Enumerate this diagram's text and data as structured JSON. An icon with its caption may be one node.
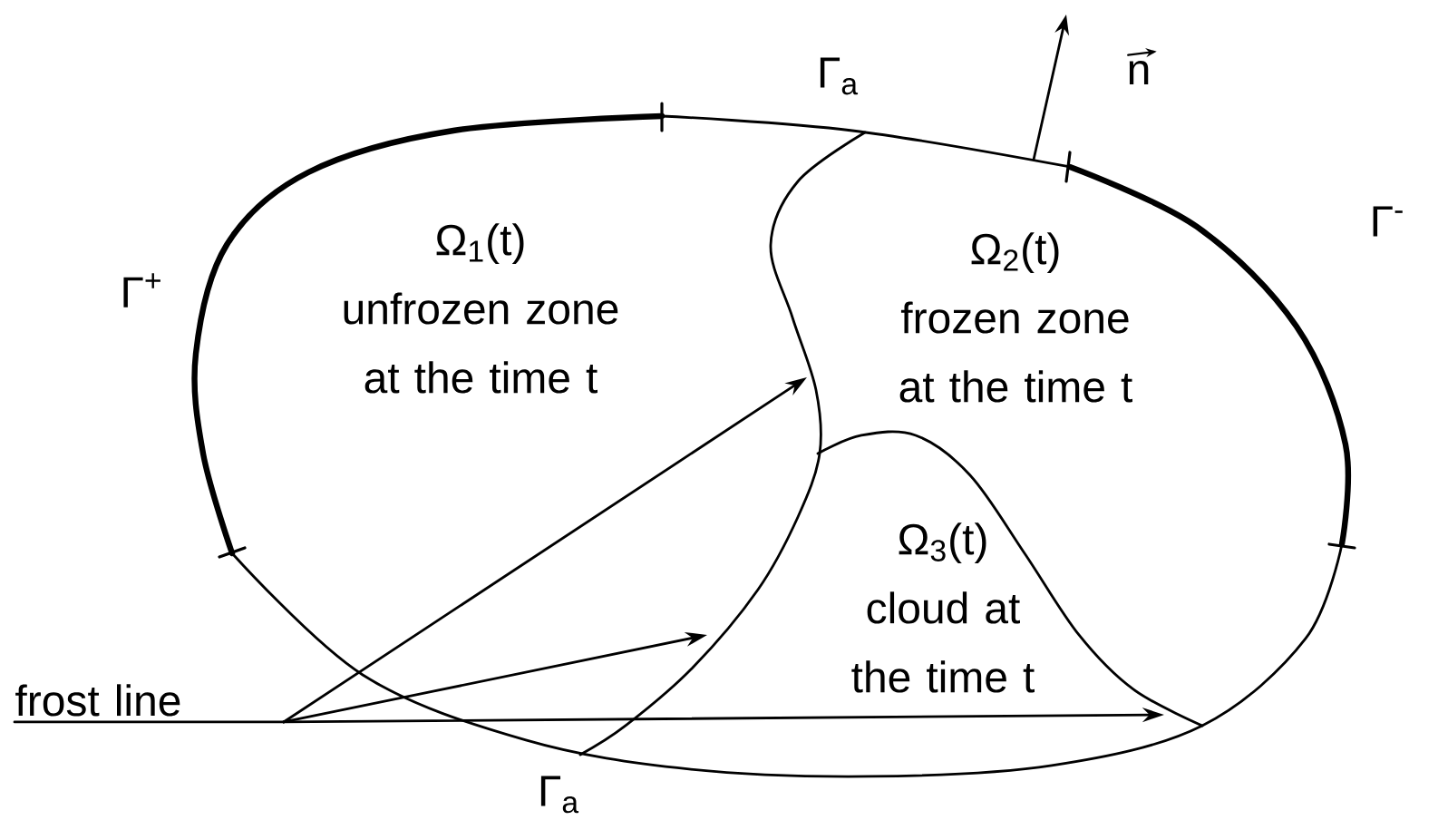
{
  "diagram": {
    "nodes": [
      {
        "text": [
          "Ω$_{1}$(t)",
          "unfrozen zone at the time t"
        ]
      },
      {
        "text": [
          "Ω$_{2}$(t)",
          "frozen zone at the time t"
        ]
      },
      {
        "text": [
          "Ω$_{3}$(t)",
          "cloud at the time t"
        ]
      },
      {
        "text": [
          "frost line"
        ]
      }
    ],
    "edges": [
      {
        "from": 3,
        "to": null,
        "arrow": "to"
      },
      {
        "from": 3,
        "to": null,
        "arrow": "to"
      },
      {
        "from": 3,
        "to": null,
        "arrow": "to"
      }
    ],
    "labels": [
      "Γ$_{a}$",
      "n",
      "Γ$^{-}$",
      "Γ$^{+}$",
      "Γ$_{a}$"
    ]
  }
}
